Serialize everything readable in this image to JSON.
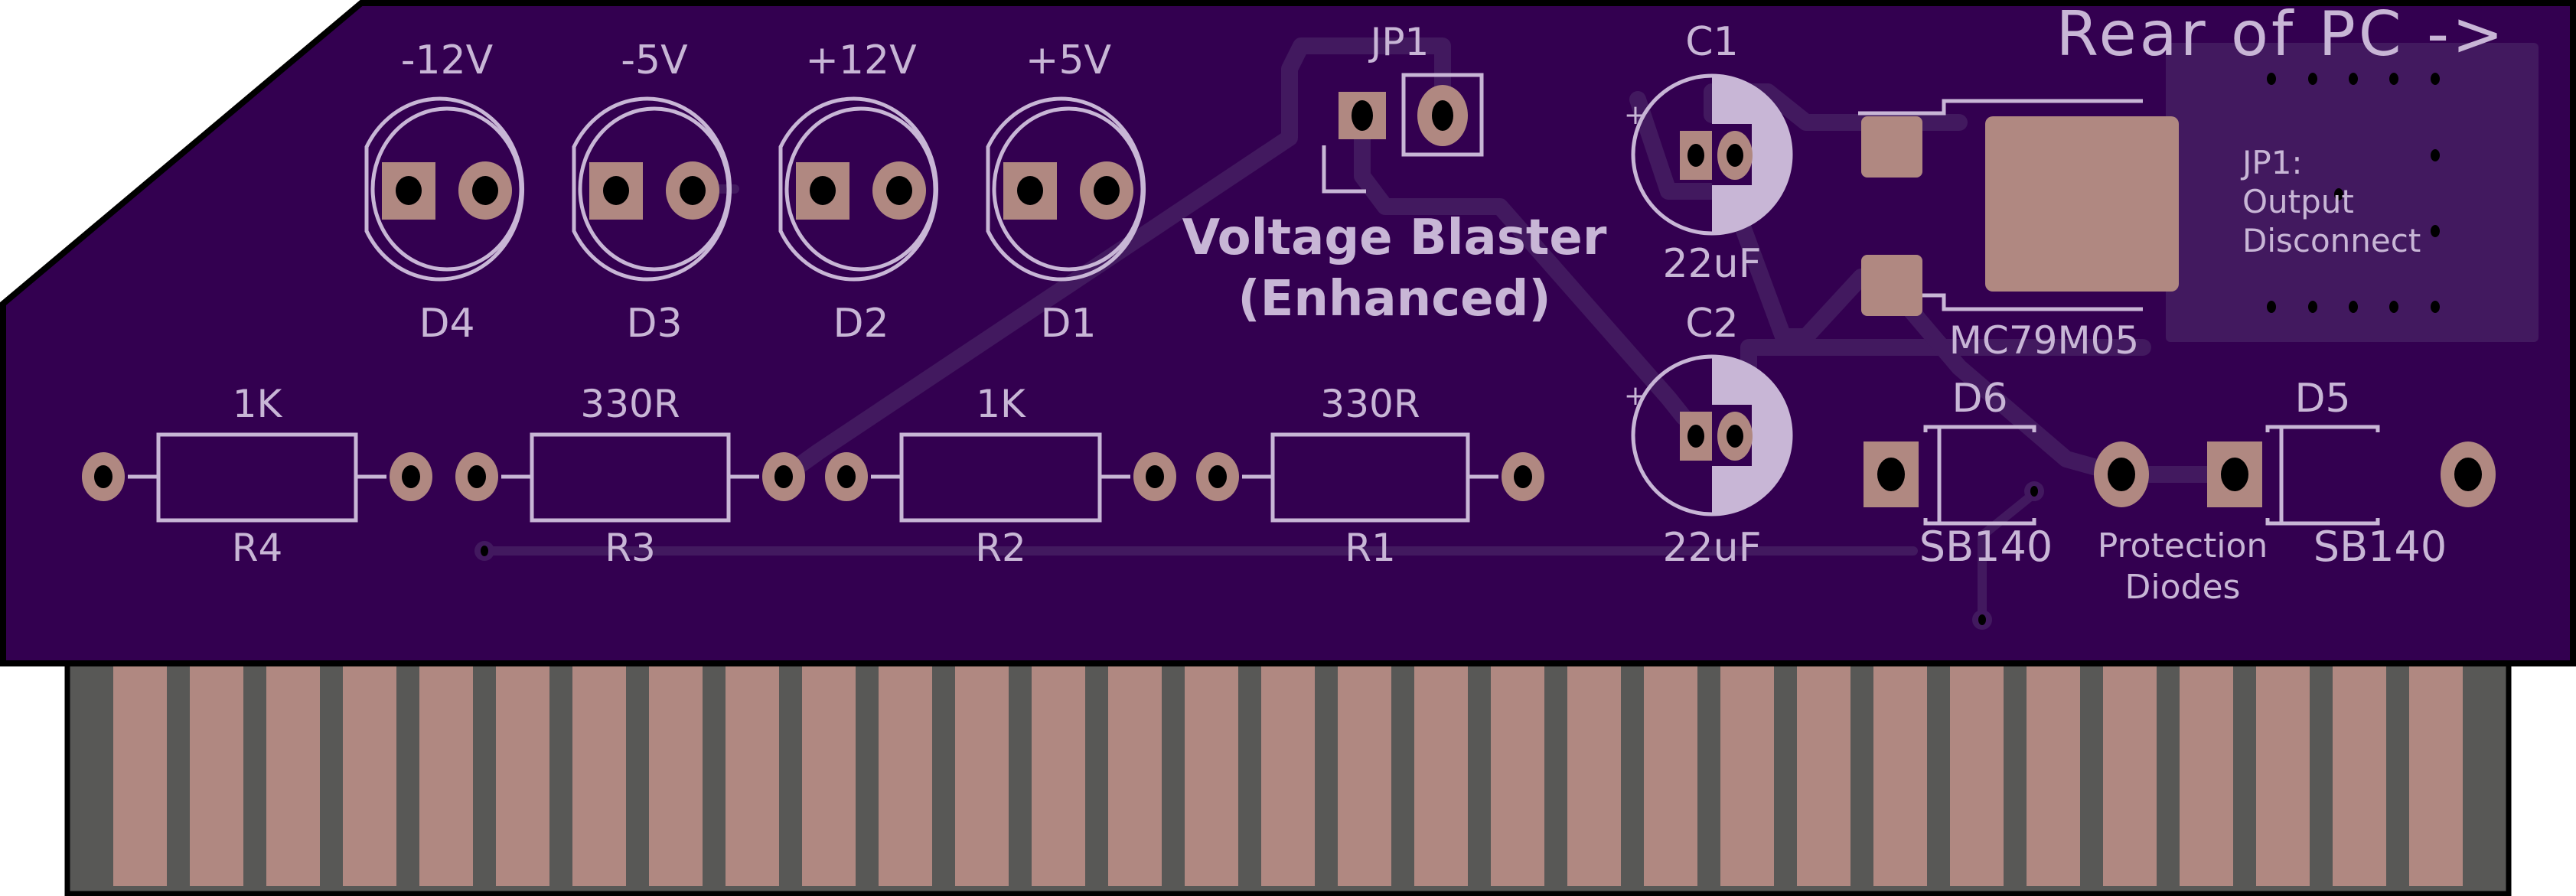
{
  "board": {
    "title_line1": "Voltage Blaster",
    "title_line2": "(Enhanced)",
    "rear_label": "Rear of PC ->",
    "note_lines": [
      "JP1:",
      "Output",
      "Disconnect"
    ],
    "protection_label_line1": "Protection",
    "protection_label_line2": "Diodes",
    "edge_connector_fingers": 31
  },
  "colors": {
    "soldermask": "#330050",
    "trace": "#42195f",
    "silkscreen": "#c8b6d6",
    "copper_pad": "#b08881",
    "edge_substrate": "#585856",
    "drill": "#000000"
  },
  "leds": [
    {
      "ref": "D4",
      "label": "-12V"
    },
    {
      "ref": "D3",
      "label": "-5V"
    },
    {
      "ref": "D2",
      "label": "+12V"
    },
    {
      "ref": "D1",
      "label": "+5V"
    }
  ],
  "resistors": [
    {
      "ref": "R4",
      "value": "1K"
    },
    {
      "ref": "R3",
      "value": "330R"
    },
    {
      "ref": "R2",
      "value": "1K"
    },
    {
      "ref": "R1",
      "value": "330R"
    }
  ],
  "jumper": {
    "ref": "JP1"
  },
  "capacitors": [
    {
      "ref": "C1",
      "value": "22uF",
      "polarity": "+"
    },
    {
      "ref": "C2",
      "value": "22uF",
      "polarity": "+"
    }
  ],
  "regulator": {
    "ref": "MC79M05"
  },
  "diodes": [
    {
      "ref": "D6",
      "value": "SB140"
    },
    {
      "ref": "D5",
      "value": "SB140"
    }
  ]
}
